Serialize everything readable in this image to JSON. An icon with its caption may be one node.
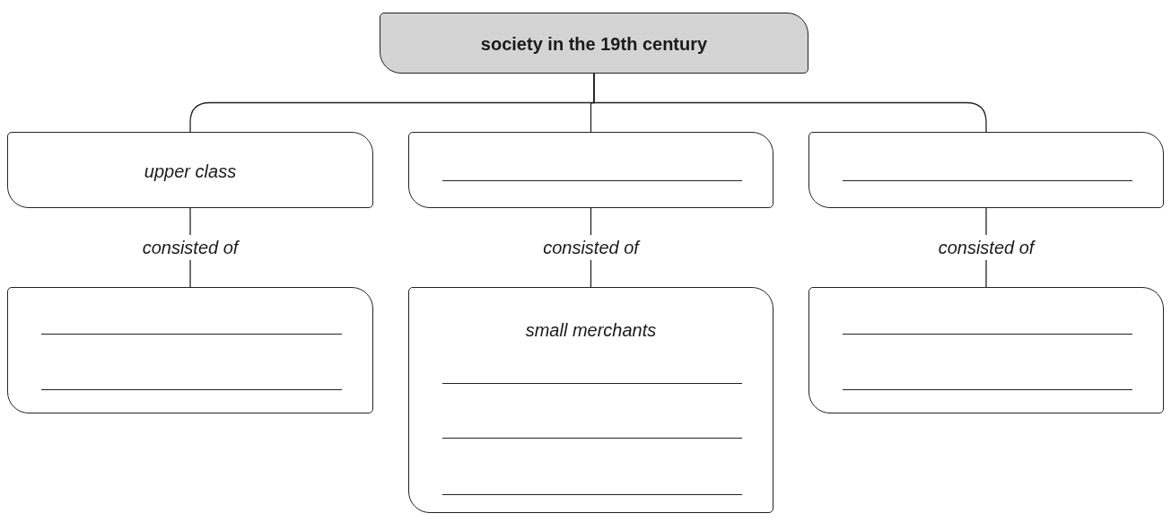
{
  "diagram": {
    "nodes": [
      {
        "text": [
          "society in the 19th century"
        ]
      },
      {
        "text": [
          "upper class"
        ]
      },
      {
        "text": [],
        "shape": "box"
      },
      {
        "text": [],
        "shape": "box"
      },
      {
        "text": [],
        "shape": "box"
      },
      {
        "text": [
          "small merchants"
        ]
      },
      {
        "text": [],
        "shape": "box"
      }
    ],
    "edges": [
      {
        "from": 0,
        "to": 1,
        "arrow": "none"
      },
      {
        "from": 0,
        "to": 2,
        "arrow": "none"
      },
      {
        "from": 0,
        "to": 3,
        "arrow": "none"
      },
      {
        "from": 1,
        "to": 4,
        "arrow": "none",
        "label": "consisted of"
      },
      {
        "from": 2,
        "to": 5,
        "arrow": "none",
        "label": "consisted of"
      },
      {
        "from": 3,
        "to": 6,
        "arrow": "none",
        "label": "consisted of"
      }
    ]
  }
}
